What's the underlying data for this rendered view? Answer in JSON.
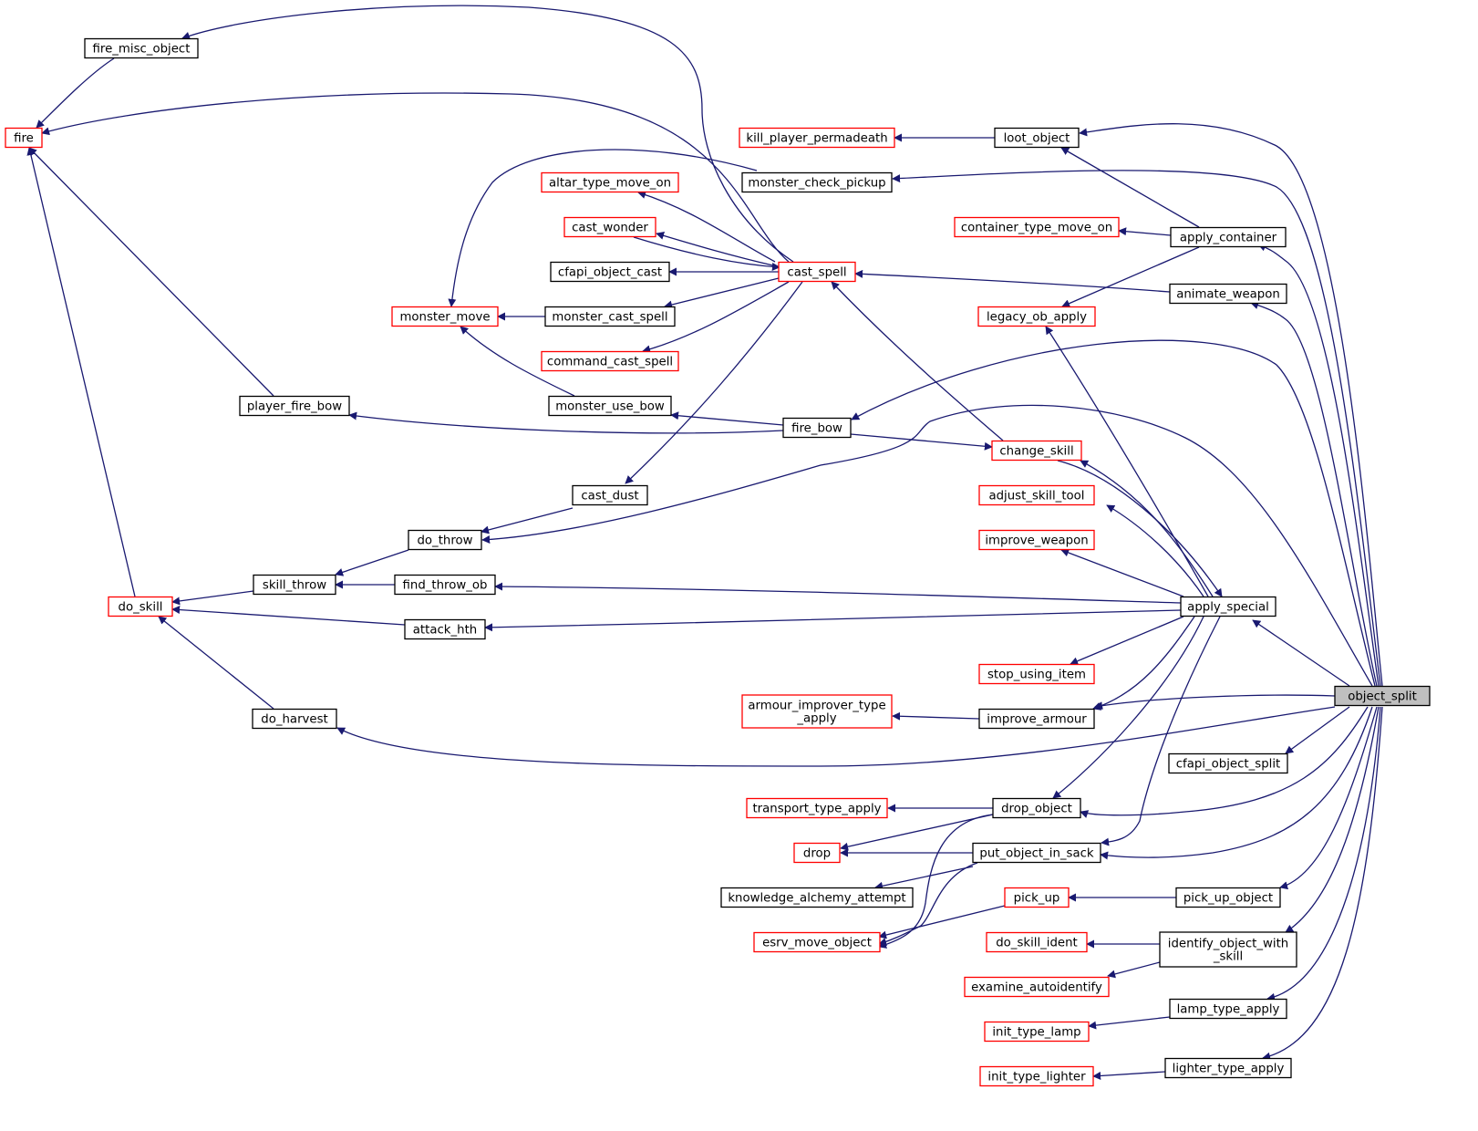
{
  "colors": {
    "edge": "#191970",
    "border_normal": "#000000",
    "border_truncated": "#ff0000",
    "fill_highlight": "#bfbfbf",
    "fill_normal": "#ffffff"
  },
  "nodes": {
    "object_split": {
      "lines": [
        "object_split"
      ],
      "style": "highlight"
    },
    "fire_misc_object": {
      "lines": [
        "fire_misc_object"
      ],
      "style": "normal"
    },
    "fire": {
      "lines": [
        "fire"
      ],
      "style": "truncated"
    },
    "kill_player_permadeath": {
      "lines": [
        "kill_player_permadeath"
      ],
      "style": "truncated"
    },
    "loot_object": {
      "lines": [
        "loot_object"
      ],
      "style": "normal"
    },
    "monster_check_pickup": {
      "lines": [
        "monster_check_pickup"
      ],
      "style": "normal"
    },
    "altar_type_move_on": {
      "lines": [
        "altar_type_move_on"
      ],
      "style": "truncated"
    },
    "cast_wonder": {
      "lines": [
        "cast_wonder"
      ],
      "style": "truncated"
    },
    "container_type_move_on": {
      "lines": [
        "container_type_move_on"
      ],
      "style": "truncated"
    },
    "apply_container": {
      "lines": [
        "apply_container"
      ],
      "style": "normal"
    },
    "cfapi_object_cast": {
      "lines": [
        "cfapi_object_cast"
      ],
      "style": "normal"
    },
    "cast_spell": {
      "lines": [
        "cast_spell"
      ],
      "style": "truncated"
    },
    "animate_weapon": {
      "lines": [
        "animate_weapon"
      ],
      "style": "normal"
    },
    "monster_move": {
      "lines": [
        "monster_move"
      ],
      "style": "truncated"
    },
    "monster_cast_spell": {
      "lines": [
        "monster_cast_spell"
      ],
      "style": "normal"
    },
    "legacy_ob_apply": {
      "lines": [
        "legacy_ob_apply"
      ],
      "style": "truncated"
    },
    "command_cast_spell": {
      "lines": [
        "command_cast_spell"
      ],
      "style": "truncated"
    },
    "player_fire_bow": {
      "lines": [
        "player_fire_bow"
      ],
      "style": "normal"
    },
    "monster_use_bow": {
      "lines": [
        "monster_use_bow"
      ],
      "style": "normal"
    },
    "fire_bow": {
      "lines": [
        "fire_bow"
      ],
      "style": "normal"
    },
    "change_skill": {
      "lines": [
        "change_skill"
      ],
      "style": "truncated"
    },
    "cast_dust": {
      "lines": [
        "cast_dust"
      ],
      "style": "normal"
    },
    "adjust_skill_tool": {
      "lines": [
        "adjust_skill_tool"
      ],
      "style": "truncated"
    },
    "do_throw": {
      "lines": [
        "do_throw"
      ],
      "style": "normal"
    },
    "improve_weapon": {
      "lines": [
        "improve_weapon"
      ],
      "style": "truncated"
    },
    "skill_throw": {
      "lines": [
        "skill_throw"
      ],
      "style": "normal"
    },
    "find_throw_ob": {
      "lines": [
        "find_throw_ob"
      ],
      "style": "normal"
    },
    "do_skill": {
      "lines": [
        "do_skill"
      ],
      "style": "truncated"
    },
    "apply_special": {
      "lines": [
        "apply_special"
      ],
      "style": "normal"
    },
    "attack_hth": {
      "lines": [
        "attack_hth"
      ],
      "style": "normal"
    },
    "stop_using_item": {
      "lines": [
        "stop_using_item"
      ],
      "style": "truncated"
    },
    "armour_improver_type_apply": {
      "lines": [
        "armour_improver_type",
        "_apply"
      ],
      "style": "truncated"
    },
    "improve_armour": {
      "lines": [
        "improve_armour"
      ],
      "style": "normal"
    },
    "do_harvest": {
      "lines": [
        "do_harvest"
      ],
      "style": "normal"
    },
    "cfapi_object_split": {
      "lines": [
        "cfapi_object_split"
      ],
      "style": "normal"
    },
    "transport_type_apply": {
      "lines": [
        "transport_type_apply"
      ],
      "style": "truncated"
    },
    "drop_object": {
      "lines": [
        "drop_object"
      ],
      "style": "normal"
    },
    "drop": {
      "lines": [
        "drop"
      ],
      "style": "truncated"
    },
    "put_object_in_sack": {
      "lines": [
        "put_object_in_sack"
      ],
      "style": "normal"
    },
    "knowledge_alchemy_attempt": {
      "lines": [
        "knowledge_alchemy_attempt"
      ],
      "style": "normal"
    },
    "pick_up": {
      "lines": [
        "pick_up"
      ],
      "style": "truncated"
    },
    "pick_up_object": {
      "lines": [
        "pick_up_object"
      ],
      "style": "normal"
    },
    "esrv_move_object": {
      "lines": [
        "esrv_move_object"
      ],
      "style": "truncated"
    },
    "do_skill_ident": {
      "lines": [
        "do_skill_ident"
      ],
      "style": "truncated"
    },
    "identify_object_with_skill": {
      "lines": [
        "identify_object_with",
        "_skill"
      ],
      "style": "normal"
    },
    "examine_autoidentify": {
      "lines": [
        "examine_autoidentify"
      ],
      "style": "truncated"
    },
    "lamp_type_apply": {
      "lines": [
        "lamp_type_apply"
      ],
      "style": "normal"
    },
    "init_type_lamp": {
      "lines": [
        "init_type_lamp"
      ],
      "style": "truncated"
    },
    "lighter_type_apply": {
      "lines": [
        "lighter_type_apply"
      ],
      "style": "normal"
    },
    "init_type_lighter": {
      "lines": [
        "init_type_lighter"
      ],
      "style": "truncated"
    }
  },
  "edges": [
    {
      "from": "fire_misc_object",
      "to": "fire"
    },
    {
      "from": "cast_spell",
      "to": "fire_misc_object"
    },
    {
      "from": "cast_spell",
      "to": "fire"
    },
    {
      "from": "do_skill",
      "to": "fire"
    },
    {
      "from": "player_fire_bow",
      "to": "fire"
    },
    {
      "from": "loot_object",
      "to": "kill_player_permadeath"
    },
    {
      "from": "object_split",
      "to": "loot_object"
    },
    {
      "from": "monster_check_pickup",
      "to": "monster_move"
    },
    {
      "from": "object_split",
      "to": "monster_check_pickup"
    },
    {
      "from": "cast_spell",
      "to": "altar_type_move_on"
    },
    {
      "from": "cast_spell",
      "to": "cast_wonder"
    },
    {
      "from": "cast_wonder",
      "to": "cast_spell"
    },
    {
      "from": "cast_spell",
      "to": "cfapi_object_cast"
    },
    {
      "from": "cast_spell",
      "to": "monster_cast_spell"
    },
    {
      "from": "cast_spell",
      "to": "command_cast_spell"
    },
    {
      "from": "cast_spell",
      "to": "cast_dust"
    },
    {
      "from": "change_skill",
      "to": "cast_spell"
    },
    {
      "from": "animate_weapon",
      "to": "cast_spell"
    },
    {
      "from": "apply_container",
      "to": "loot_object"
    },
    {
      "from": "apply_container",
      "to": "container_type_move_on"
    },
    {
      "from": "apply_container",
      "to": "legacy_ob_apply"
    },
    {
      "from": "object_split",
      "to": "apply_container"
    },
    {
      "from": "object_split",
      "to": "animate_weapon"
    },
    {
      "from": "monster_cast_spell",
      "to": "monster_move"
    },
    {
      "from": "monster_use_bow",
      "to": "monster_move"
    },
    {
      "from": "fire_bow",
      "to": "monster_use_bow"
    },
    {
      "from": "fire_bow",
      "to": "player_fire_bow"
    },
    {
      "from": "object_split",
      "to": "fire_bow"
    },
    {
      "from": "fire_bow",
      "to": "change_skill"
    },
    {
      "from": "object_split",
      "to": "do_throw"
    },
    {
      "from": "cast_dust",
      "to": "do_throw"
    },
    {
      "from": "do_throw",
      "to": "skill_throw"
    },
    {
      "from": "skill_throw",
      "to": "do_skill"
    },
    {
      "from": "find_throw_ob",
      "to": "skill_throw"
    },
    {
      "from": "attack_hth",
      "to": "do_skill"
    },
    {
      "from": "do_harvest",
      "to": "do_skill"
    },
    {
      "from": "apply_special",
      "to": "legacy_ob_apply"
    },
    {
      "from": "apply_special",
      "to": "change_skill"
    },
    {
      "from": "change_skill",
      "to": "apply_special"
    },
    {
      "from": "apply_special",
      "to": "adjust_skill_tool"
    },
    {
      "from": "apply_special",
      "to": "improve_weapon"
    },
    {
      "from": "apply_special",
      "to": "find_throw_ob"
    },
    {
      "from": "apply_special",
      "to": "attack_hth"
    },
    {
      "from": "apply_special",
      "to": "stop_using_item"
    },
    {
      "from": "apply_special",
      "to": "improve_armour"
    },
    {
      "from": "apply_special",
      "to": "drop_object"
    },
    {
      "from": "apply_special",
      "to": "put_object_in_sack"
    },
    {
      "from": "object_split",
      "to": "apply_special"
    },
    {
      "from": "improve_armour",
      "to": "armour_improver_type_apply"
    },
    {
      "from": "object_split",
      "to": "improve_armour"
    },
    {
      "from": "object_split",
      "to": "do_harvest"
    },
    {
      "from": "object_split",
      "to": "cfapi_object_split"
    },
    {
      "from": "drop_object",
      "to": "transport_type_apply"
    },
    {
      "from": "drop_object",
      "to": "drop"
    },
    {
      "from": "drop_object",
      "to": "esrv_move_object"
    },
    {
      "from": "object_split",
      "to": "drop_object"
    },
    {
      "from": "put_object_in_sack",
      "to": "drop"
    },
    {
      "from": "put_object_in_sack",
      "to": "knowledge_alchemy_attempt"
    },
    {
      "from": "put_object_in_sack",
      "to": "esrv_move_object"
    },
    {
      "from": "object_split",
      "to": "put_object_in_sack"
    },
    {
      "from": "pick_up",
      "to": "esrv_move_object"
    },
    {
      "from": "pick_up_object",
      "to": "pick_up"
    },
    {
      "from": "object_split",
      "to": "pick_up_object"
    },
    {
      "from": "identify_object_with_skill",
      "to": "do_skill_ident"
    },
    {
      "from": "identify_object_with_skill",
      "to": "examine_autoidentify"
    },
    {
      "from": "object_split",
      "to": "identify_object_with_skill"
    },
    {
      "from": "lamp_type_apply",
      "to": "init_type_lamp"
    },
    {
      "from": "object_split",
      "to": "lamp_type_apply"
    },
    {
      "from": "lighter_type_apply",
      "to": "init_type_lighter"
    },
    {
      "from": "object_split",
      "to": "lighter_type_apply"
    }
  ]
}
